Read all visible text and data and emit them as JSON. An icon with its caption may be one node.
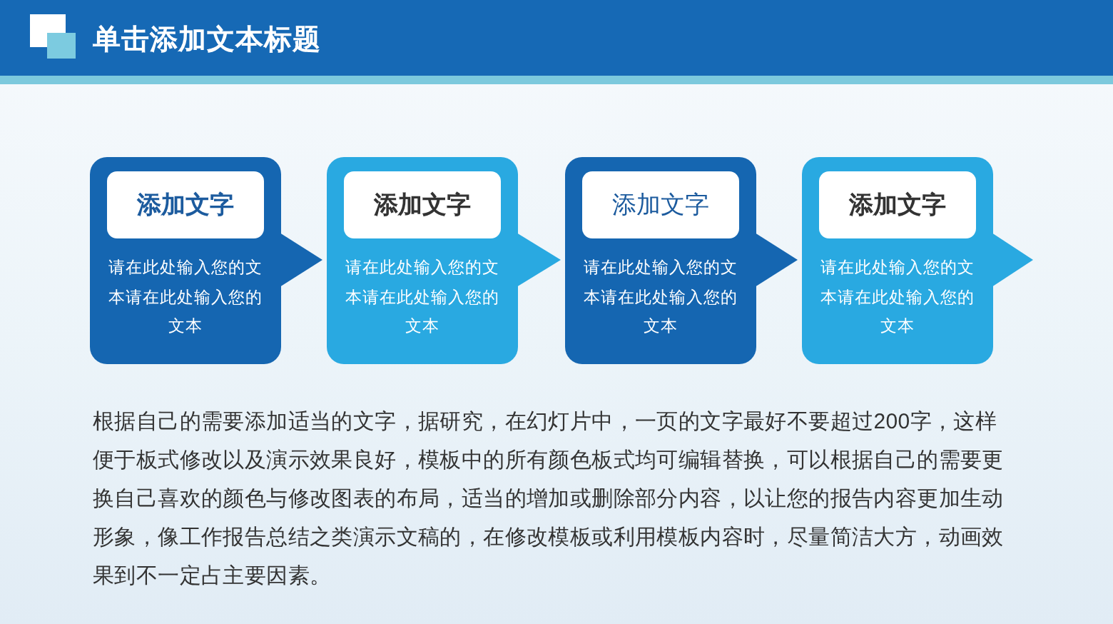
{
  "diagram": {
    "title": "单击添加文本标题",
    "nodes": [
      {
        "text": [
          "请在此处输入您的文本请在此处输入您的文本"
        ]
      },
      {
        "text": [
          "添加文字"
        ],
        "in": 0
      },
      {
        "text": [
          "请在此处输入您的文本请在此处输入您的文本"
        ]
      },
      {
        "text": [
          "添加文字"
        ],
        "in": 2
      },
      {
        "text": [
          "请在此处输入您的文本请在此处输入您的文本"
        ]
      },
      {
        "text": [
          "添加文字"
        ],
        "in": 4
      },
      {
        "text": [
          "请在此处输入您的文本请在此处输入您的文本"
        ]
      },
      {
        "text": [
          "添加文字"
        ],
        "in": 6
      }
    ],
    "edges": [
      {
        "from": 0,
        "to": 2,
        "arrow": "to"
      },
      {
        "from": 2,
        "to": 4,
        "arrow": "to"
      },
      {
        "from": 4,
        "to": 6,
        "arrow": "to"
      },
      {
        "from": 6,
        "to": null,
        "arrow": "to"
      }
    ],
    "labels": [
      "根据自己的需要添加适当的文字，据研究，在幻灯片中，一页的文字最好不要超过200字，这样便于板式修改以及演示效果良好，模板中的所有颜色板式均可编辑替换，可以根据自己的需要更换自己喜欢的颜色与修改图表的布局，适当的增加或删除部分内容，以让您的报告内容更加生动形象，像工作报告总结之类演示文稿的，在修改模板或利用模板内容时，尽量简洁大方，动画效果到不一定占主要因素。"
    ]
  }
}
